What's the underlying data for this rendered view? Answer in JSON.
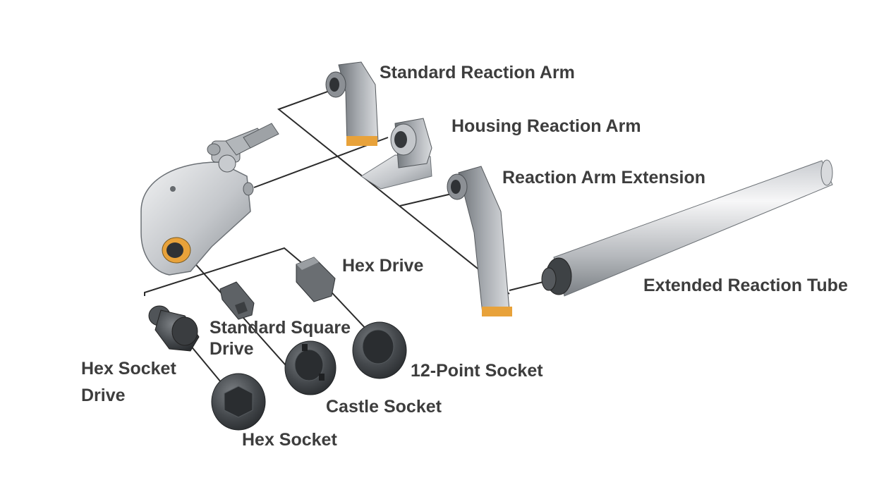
{
  "labels": {
    "standard_reaction_arm": "Standard Reaction Arm",
    "housing_reaction_arm": "Housing Reaction Arm",
    "reaction_arm_extension": "Reaction Arm Extension",
    "extended_reaction_tube": "Extended Reaction Tube",
    "hex_drive": "Hex Drive",
    "standard_square_drive_line1": "Standard Square",
    "standard_square_drive_line2": "Drive",
    "hex_socket_drive_line1": "Hex Socket",
    "hex_socket_drive_line2": "Drive",
    "twelve_point_socket": "12-Point Socket",
    "castle_socket": "Castle Socket",
    "hex_socket": "Hex Socket"
  },
  "colors": {
    "metal_light": "#e6e7e9",
    "metal_mid": "#b9bcc0",
    "metal_dark": "#6f7479",
    "socket_dark": "#3a3d40",
    "accent_orange": "#e8a23a",
    "leader_line": "#2b2b2b",
    "label_text": "#3d3d3d"
  }
}
